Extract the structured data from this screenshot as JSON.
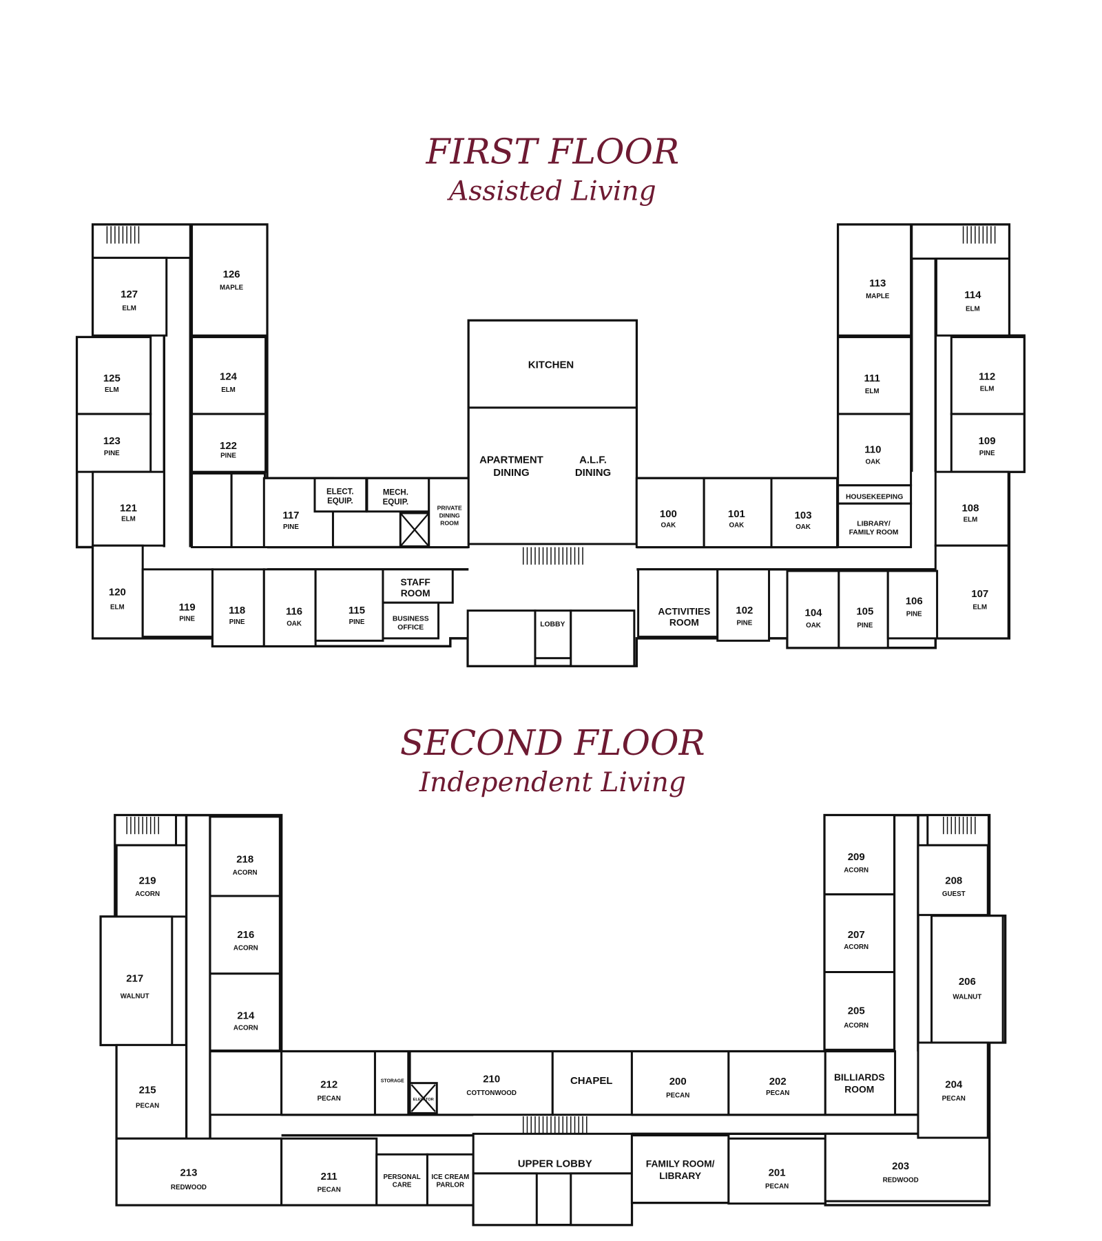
{
  "first_floor": {
    "title": "FIRST FLOOR",
    "subtitle": "Assisted Living",
    "rooms": {
      "127": {
        "number": "127",
        "wing": "ELM"
      },
      "126": {
        "number": "126",
        "wing": "MAPLE"
      },
      "125": {
        "number": "125",
        "wing": "ELM"
      },
      "124": {
        "number": "124",
        "wing": "ELM"
      },
      "123": {
        "number": "123",
        "wing": "PINE"
      },
      "122": {
        "number": "122",
        "wing": "PINE"
      },
      "121": {
        "number": "121",
        "wing": "ELM"
      },
      "120": {
        "number": "120",
        "wing": "ELM"
      },
      "119": {
        "number": "119",
        "wing": "PINE"
      },
      "118": {
        "number": "118",
        "wing": "PINE"
      },
      "117": {
        "number": "117",
        "wing": "PINE"
      },
      "116": {
        "number": "116",
        "wing": "OAK"
      },
      "115": {
        "number": "115",
        "wing": "PINE"
      },
      "114": {
        "number": "114",
        "wing": "ELM"
      },
      "113": {
        "number": "113",
        "wing": "MAPLE"
      },
      "112": {
        "number": "112",
        "wing": "ELM"
      },
      "111": {
        "number": "111",
        "wing": "ELM"
      },
      "110": {
        "number": "110",
        "wing": "OAK"
      },
      "109": {
        "number": "109",
        "wing": "PINE"
      },
      "108": {
        "number": "108",
        "wing": "ELM"
      },
      "107": {
        "number": "107",
        "wing": "ELM"
      },
      "106": {
        "number": "106",
        "wing": "PINE"
      },
      "105": {
        "number": "105",
        "wing": "PINE"
      },
      "104": {
        "number": "104",
        "wing": "OAK"
      },
      "103": {
        "number": "103",
        "wing": "OAK"
      },
      "102": {
        "number": "102",
        "wing": "PINE"
      },
      "101": {
        "number": "101",
        "wing": "OAK"
      },
      "100": {
        "number": "100",
        "wing": "OAK"
      }
    },
    "areas": {
      "kitchen": [
        "KITCHEN"
      ],
      "apartment_dining": [
        "APARTMENT",
        "DINING"
      ],
      "alf_dining": [
        "A.L.F.",
        "DINING"
      ],
      "elect_equip": [
        "ELECT.",
        "EQUIP."
      ],
      "mech_equip": [
        "MECH.",
        "EQUIP."
      ],
      "private_dining": [
        "PRIVATE",
        "DINING",
        "ROOM"
      ],
      "staff_room": [
        "STAFF",
        "ROOM"
      ],
      "business_office": [
        "BUSINESS",
        "OFFICE"
      ],
      "lobby": [
        "LOBBY"
      ],
      "activities_room": [
        "ACTIVITIES",
        "ROOM"
      ],
      "housekeeping": [
        "HOUSEKEEPING"
      ],
      "library_family": [
        "LIBRARY/",
        "FAMILY ROOM"
      ]
    }
  },
  "second_floor": {
    "title": "SECOND FLOOR",
    "subtitle": "Independent Living",
    "rooms": {
      "219": {
        "number": "219",
        "wing": "ACORN"
      },
      "218": {
        "number": "218",
        "wing": "ACORN"
      },
      "217": {
        "number": "217",
        "wing": "WALNUT"
      },
      "216": {
        "number": "216",
        "wing": "ACORN"
      },
      "215": {
        "number": "215",
        "wing": "PECAN"
      },
      "214": {
        "number": "214",
        "wing": "ACORN"
      },
      "213": {
        "number": "213",
        "wing": "REDWOOD"
      },
      "212": {
        "number": "212",
        "wing": "PECAN"
      },
      "211": {
        "number": "211",
        "wing": "PECAN"
      },
      "210": {
        "number": "210",
        "wing": "COTTONWOOD"
      },
      "209": {
        "number": "209",
        "wing": "ACORN"
      },
      "208": {
        "number": "208",
        "wing": "GUEST"
      },
      "207": {
        "number": "207",
        "wing": "ACORN"
      },
      "206": {
        "number": "206",
        "wing": "WALNUT"
      },
      "205": {
        "number": "205",
        "wing": "ACORN"
      },
      "204": {
        "number": "204",
        "wing": "PECAN"
      },
      "203": {
        "number": "203",
        "wing": "REDWOOD"
      },
      "202": {
        "number": "202",
        "wing": "PECAN"
      },
      "201": {
        "number": "201",
        "wing": "PECAN"
      },
      "200": {
        "number": "200",
        "wing": "PECAN"
      }
    },
    "areas": {
      "storage": [
        "STORAGE"
      ],
      "elevator": [
        "ELEVATOR"
      ],
      "chapel": [
        "CHAPEL"
      ],
      "billiards": [
        "BILLIARDS",
        "ROOM"
      ],
      "upper_lobby": [
        "UPPER LOBBY"
      ],
      "personal_care": [
        "PERSONAL",
        "CARE"
      ],
      "ice_cream": [
        "ICE CREAM",
        "PARLOR"
      ],
      "family_library": [
        "FAMILY ROOM/",
        "LIBRARY"
      ]
    }
  }
}
